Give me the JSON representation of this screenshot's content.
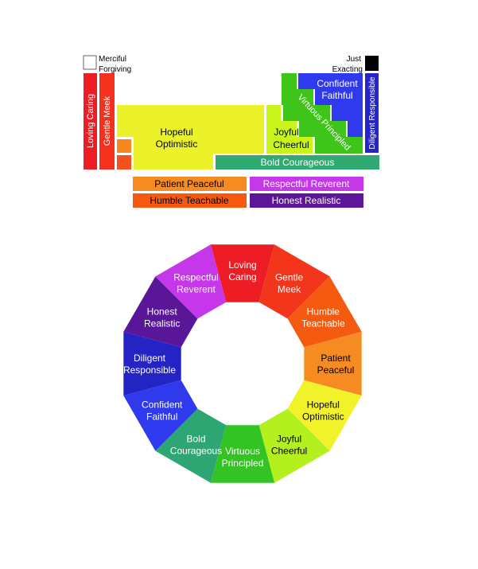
{
  "top_chart": {
    "merciful": {
      "line1": "Merciful",
      "line2": "Forgiving",
      "box_color": "#ffffff"
    },
    "just": {
      "line1": "Just",
      "line2": "Exacting",
      "box_color": "#000000"
    },
    "loving_caring": {
      "label": "Loving Caring",
      "color": "#ee1c25"
    },
    "gentle_meek": {
      "label": "Gentle Meek",
      "color": "#f3311c"
    },
    "hopeful_optimistic": {
      "line1": "Hopeful",
      "line2": "Optimistic",
      "color": "#ebf22a"
    },
    "joyful_cheerful": {
      "line1": "Joyful",
      "line2": "Cheerful",
      "color": "#c9f51c"
    },
    "virtuous_principled": {
      "label": "Virtuous Principled",
      "color": "#3fc41a"
    },
    "confident_faithful": {
      "line1": "Confident",
      "line2": "Faithful",
      "color": "#2f3aee"
    },
    "diligent_responsible": {
      "label": "Diligent Responsible",
      "color": "#2525c9"
    },
    "bold_courageous": {
      "label": "Bold Courageous",
      "color": "#31a972"
    },
    "patient_peaceful": {
      "label": "Patient Peaceful",
      "color": "#f68b21"
    },
    "respectful_reverent": {
      "label": "Respectful Reverent",
      "color": "#c537e8"
    },
    "humble_teachable": {
      "label": "Humble Teachable",
      "color": "#f55a10"
    },
    "honest_realistic": {
      "label": "Honest Realistic",
      "color": "#5d1599"
    },
    "small_orange_color": "#f7861f",
    "small_red_orange_color": "#f3541c"
  },
  "wheel": {
    "segments": [
      {
        "line1": "Loving",
        "line2": "Caring",
        "color": "#ee1c25"
      },
      {
        "line1": "Gentle",
        "line2": "Meek",
        "color": "#f3361b"
      },
      {
        "line1": "Humble",
        "line2": "Teachable",
        "color": "#f45a10"
      },
      {
        "line1": "Patient",
        "line2": "Peaceful",
        "color": "#f68b21"
      },
      {
        "line1": "Hopeful",
        "line2": "Optimistic",
        "color": "#f2f22a"
      },
      {
        "line1": "Joyful",
        "line2": "Cheerful",
        "color": "#b4f01e"
      },
      {
        "line1": "Virtuous",
        "line2": "Principled",
        "color": "#33c322"
      },
      {
        "line1": "Bold",
        "line2": "Courageous",
        "color": "#2ea674"
      },
      {
        "line1": "Confident",
        "line2": "Faithful",
        "color": "#2f3aee"
      },
      {
        "line1": "Diligent",
        "line2": "Responsible",
        "color": "#2424c4"
      },
      {
        "line1": "Honest",
        "line2": "Realistic",
        "color": "#5a1699"
      },
      {
        "line1": "Respectful",
        "line2": "Reverent",
        "color": "#c537e8"
      }
    ]
  }
}
